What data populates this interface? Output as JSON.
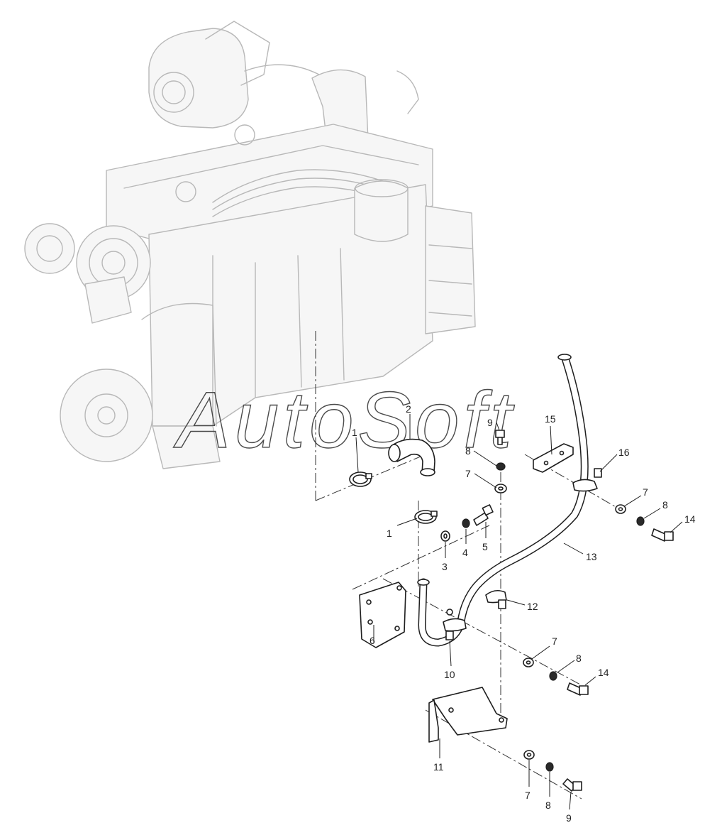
{
  "watermark": {
    "text": "AutoSoft"
  },
  "callouts": [
    {
      "id": "c-2-top",
      "text": "2"
    },
    {
      "id": "c-1-top",
      "text": "1"
    },
    {
      "id": "c-9-top",
      "text": "9"
    },
    {
      "id": "c-15",
      "text": "15"
    },
    {
      "id": "c-8-top",
      "text": "8"
    },
    {
      "id": "c-16",
      "text": "16"
    },
    {
      "id": "c-7-top",
      "text": "7"
    },
    {
      "id": "c-7-right",
      "text": "7"
    },
    {
      "id": "c-8-right",
      "text": "8"
    },
    {
      "id": "c-14-top",
      "text": "14"
    },
    {
      "id": "c-1-mid",
      "text": "1"
    },
    {
      "id": "c-5",
      "text": "5"
    },
    {
      "id": "c-4",
      "text": "4"
    },
    {
      "id": "c-3",
      "text": "3"
    },
    {
      "id": "c-13",
      "text": "13"
    },
    {
      "id": "c-12",
      "text": "12"
    },
    {
      "id": "c-6",
      "text": "6"
    },
    {
      "id": "c-10",
      "text": "10"
    },
    {
      "id": "c-7-mid",
      "text": "7"
    },
    {
      "id": "c-8-mid",
      "text": "8"
    },
    {
      "id": "c-14-mid",
      "text": "14"
    },
    {
      "id": "c-11",
      "text": "11"
    },
    {
      "id": "c-7-bottom",
      "text": "7"
    },
    {
      "id": "c-8-bottom",
      "text": "8"
    },
    {
      "id": "c-9-bottom",
      "text": "9"
    }
  ]
}
